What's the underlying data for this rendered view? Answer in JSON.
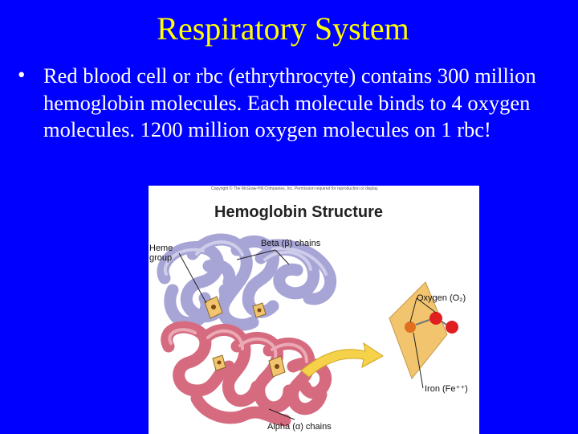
{
  "slide": {
    "title": "Respiratory System",
    "bullet_marker": "•",
    "bullet_text": "Red blood cell or rbc (ethrythrocyte) contains 300 million hemoglobin molecules. Each molecule binds to 4 oxygen molecules. 1200 million oxygen molecules on 1 rbc!"
  },
  "figure": {
    "copyright": "Copyright © The McGraw-Hill Companies, Inc. Permission required for reproduction or display.",
    "title": "Hemoglobin Structure",
    "labels": {
      "heme_group_line1": "Heme",
      "heme_group_line2": "group",
      "beta_chains": "Beta (β) chains",
      "oxygen": "Oxygen (O₂)",
      "iron": "Iron (Fe⁺⁺)",
      "alpha_chains": "Alpha (α) chains"
    },
    "colors": {
      "beta_chain": "#a7a4d6",
      "alpha_chain": "#d66b80",
      "heme_plate": "#f2c46d",
      "iron_atom": "#e0701e",
      "oxygen_atom": "#e02020",
      "arrow": "#f6d24a"
    }
  }
}
